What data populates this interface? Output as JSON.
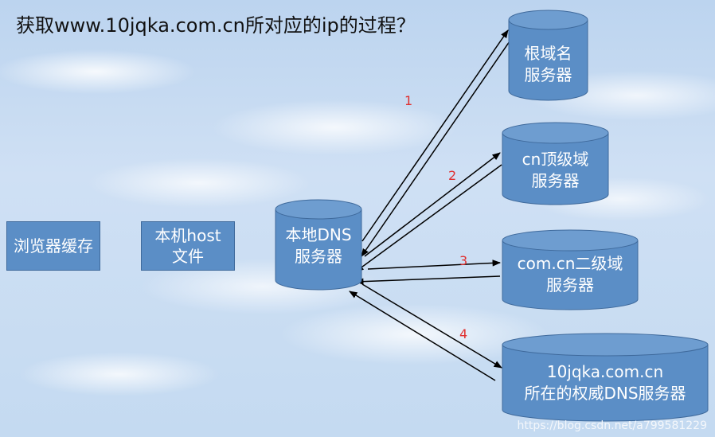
{
  "title": "获取www.10jqka.com.cn所对应的ip的过程？",
  "nodes": {
    "browser_cache": "浏览器缓存",
    "host_file": {
      "line1": "本机host",
      "line2": "文件"
    },
    "local_dns": {
      "line1": "本地DNS",
      "line2": "服务器"
    },
    "root": {
      "line1": "根域名",
      "line2": "服务器"
    },
    "cn_tld": {
      "line1": "cn顶级域",
      "line2": "服务器"
    },
    "comcn_sld": {
      "line1": "com.cn二级域",
      "line2": "服务器"
    },
    "auth": {
      "line1": "10jqka.com.cn",
      "line2": "所在的权威DNS服务器"
    }
  },
  "steps": [
    "1",
    "2",
    "3",
    "4"
  ],
  "watermark": "https://blog.csdn.net/a799581229",
  "colors": {
    "box_fill": "#5b8ec6",
    "box_border": "#3f6a9c",
    "step_number": "#e03030",
    "arrow": "#000000"
  }
}
